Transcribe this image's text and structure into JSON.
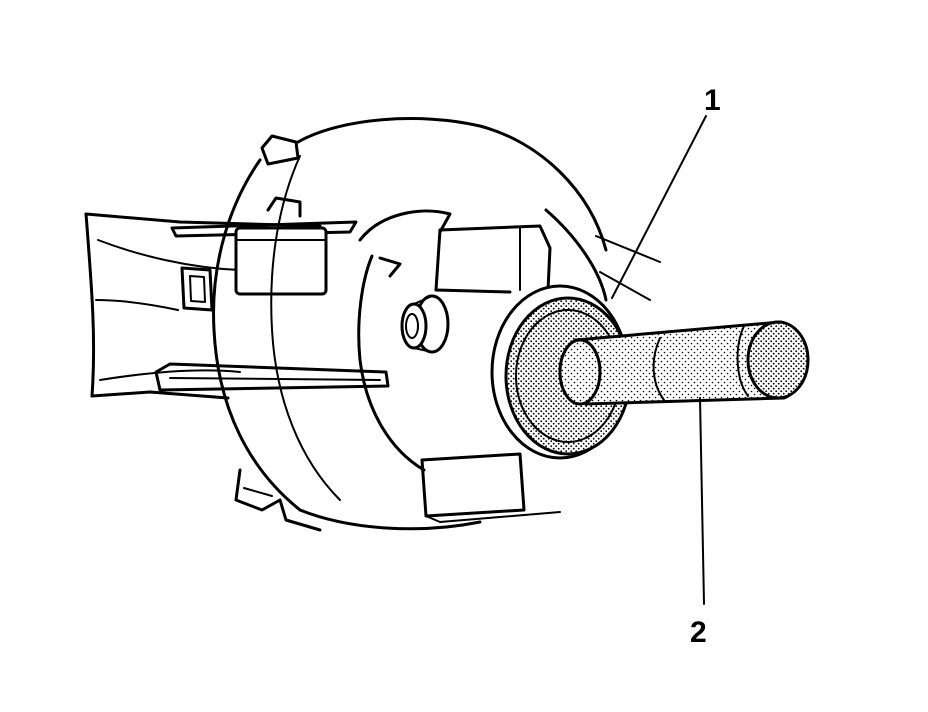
{
  "callouts": [
    {
      "number": "1",
      "part": "seal"
    },
    {
      "number": "2",
      "part": "tool"
    }
  ],
  "colors": {
    "ink": "#000000",
    "paper": "#ffffff"
  }
}
